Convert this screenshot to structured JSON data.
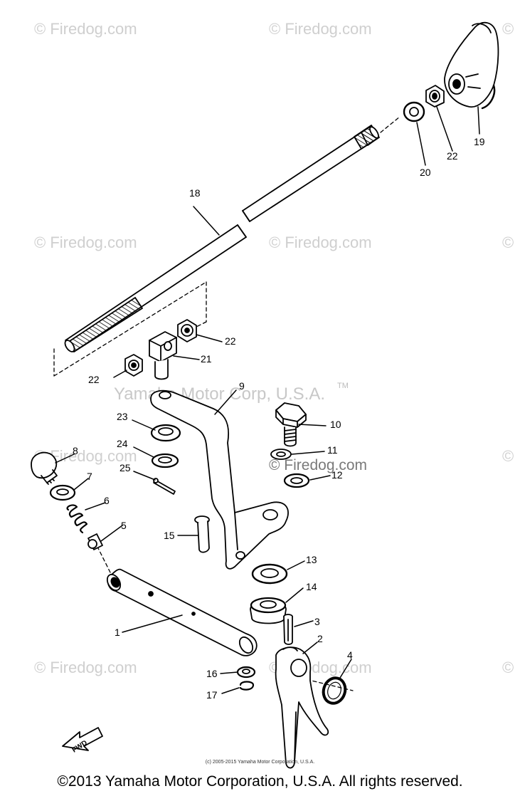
{
  "watermarks": {
    "firedog": "© Firedog.com",
    "copyright_symbol": "©",
    "yamaha": "Yamaha Motor Corp, U.S.A.",
    "tm": "TM"
  },
  "callouts": [
    "1",
    "2",
    "3",
    "4",
    "5",
    "6",
    "7",
    "8",
    "9",
    "10",
    "11",
    "12",
    "13",
    "14",
    "15",
    "16",
    "17",
    "18",
    "19",
    "20",
    "21",
    "22",
    "23",
    "24",
    "25"
  ],
  "fwd_label": "FWD",
  "small_copyright": "(c) 2005-2015 Yamaha Motor Corporation, U.S.A.",
  "footer": "©2013 Yamaha Motor Corporation, U.S.A. All rights reserved."
}
